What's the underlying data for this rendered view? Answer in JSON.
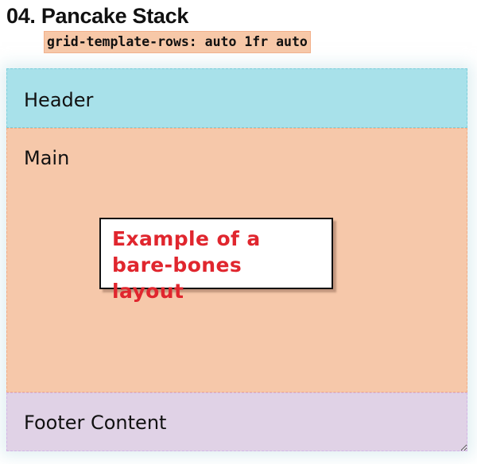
{
  "page": {
    "title": "04. Pancake Stack",
    "code_snippet": "grid-template-rows: auto 1fr auto"
  },
  "layout": {
    "header": {
      "label": "Header",
      "color": "#a8e1ea"
    },
    "main": {
      "label": "Main",
      "color": "#f6c8aa"
    },
    "callout": {
      "line1": "Example of a",
      "line2": "bare-bones layout",
      "color": "#e0262e"
    },
    "footer": {
      "label": "Footer Content",
      "color": "#e0d2e6"
    }
  }
}
